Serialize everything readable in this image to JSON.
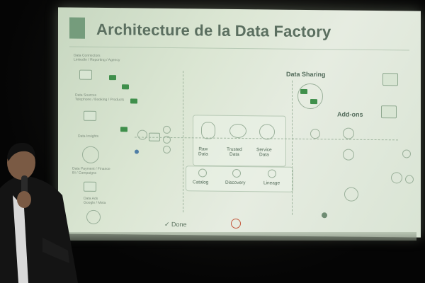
{
  "slide": {
    "title": "Architecture de la Data Factory",
    "done_label": "✓ Done",
    "data_sharing": "Data Sharing",
    "add_ons": "Add-ons",
    "layers": [
      {
        "label": "Raw\nData"
      },
      {
        "label": "Trusted\nData"
      },
      {
        "label": "Service\nData"
      }
    ],
    "tools": [
      {
        "label": "Catalog"
      },
      {
        "label": "Discovery"
      },
      {
        "label": "Lineage"
      }
    ],
    "left_sources": [
      {
        "label": "Data Connectors\nLinkedIn / Reporting / Agency"
      },
      {
        "label": "Data Sources\nTelephone / Booking / Products"
      },
      {
        "label": "Data Insights"
      },
      {
        "label": "Data Payment / Finance\nBI / Campaigns"
      },
      {
        "label": "Data Ads\nGoogle / Meta"
      }
    ]
  },
  "colors": {
    "screen": "#dbe6d3",
    "title": "#5b6f60",
    "accent_green": "#3f8f4b"
  }
}
